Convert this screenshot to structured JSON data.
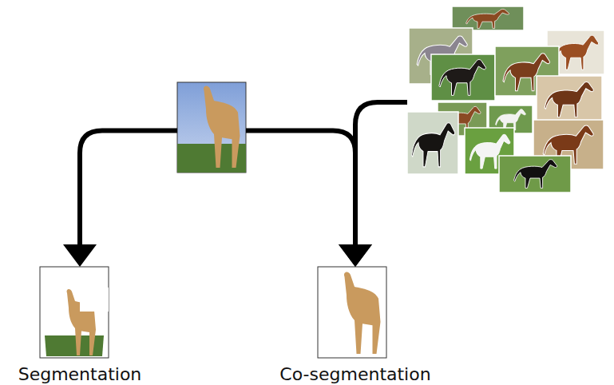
{
  "diagram": {
    "nodes": [
      {
        "text": []
      },
      {
        "text": []
      },
      {
        "text": [
          "Segmentation"
        ]
      },
      {
        "text": [
          "Co-segmentation"
        ]
      }
    ],
    "edges": [
      {
        "from": 0,
        "to": 2,
        "arrow": "to"
      },
      {
        "from": 0,
        "to": 3,
        "arrow": "to"
      },
      {
        "from": 1,
        "to": 3,
        "arrow": "to"
      }
    ]
  }
}
